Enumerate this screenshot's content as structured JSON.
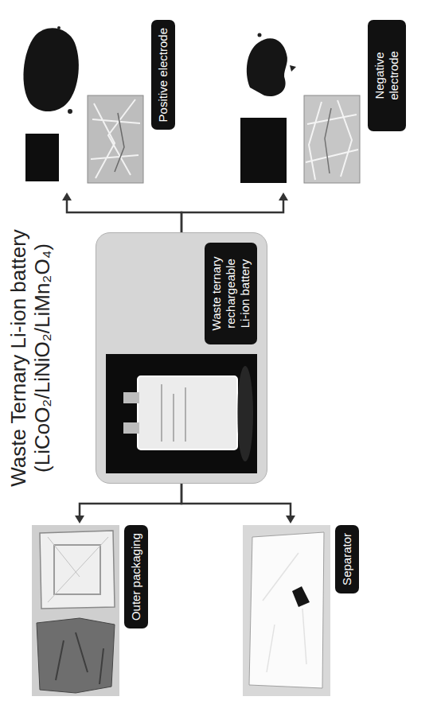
{
  "diagram": {
    "title": "Waste Ternary Li-ion battery (LiCoO₂/LiNiO₂/LiMn₂O₄)",
    "nodes": [
      {
        "text": [
          "Waste ternary rechargeable Li-ion battery"
        ]
      },
      {
        "text": [
          "Outer packaging"
        ]
      },
      {
        "text": [
          "Separator"
        ]
      },
      {
        "text": [
          "Positive electrode"
        ]
      },
      {
        "text": [
          "Negative electrode"
        ]
      }
    ],
    "edges": [
      {
        "from": 0,
        "to": 1,
        "arrow": "to"
      },
      {
        "from": 0,
        "to": 2,
        "arrow": "to"
      },
      {
        "from": 0,
        "to": 3,
        "arrow": "to"
      },
      {
        "from": 0,
        "to": 4,
        "arrow": "to"
      }
    ]
  }
}
